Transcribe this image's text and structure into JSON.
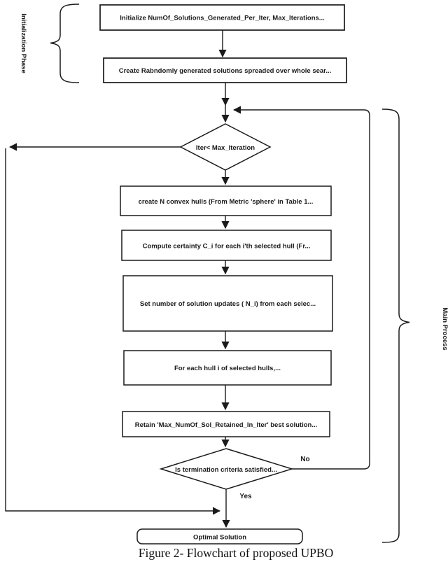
{
  "figure": {
    "caption": "Figure 2- Flowchart of proposed UPBO"
  },
  "phases": {
    "initialization": "Initialization Phase",
    "main_process": "Main Process"
  },
  "nodes": {
    "init": "Initialize NumOf_Solutions_Generated_Per_Iter, Max_Iterations...",
    "create_random": "Create Rabndomly generated solutions spreaded over whole sear...",
    "iter_check": "Iter< Max_Iteration",
    "create_hulls": "create N convex hulls (From Metric 'sphere' in Table 1...",
    "compute_certainty": "Compute certainty C_i for each i'th selected hull (Fr...",
    "set_updates": "Set number of solution updates ( N_i) from each selec...",
    "for_each_hull": "For each hull i of selected hulls,...",
    "retain_best": "Retain 'Max_NumOf_Sol_Retained_In_Iter' best solution...",
    "termination_check": "Is termination criteria satisfied...",
    "optimal": "Optimal Solution"
  },
  "edge_labels": {
    "no": "No",
    "yes": "Yes"
  },
  "colors": {
    "background": "#ffffff",
    "stroke": "#1a1a1a",
    "text": "#1a1a1a"
  }
}
